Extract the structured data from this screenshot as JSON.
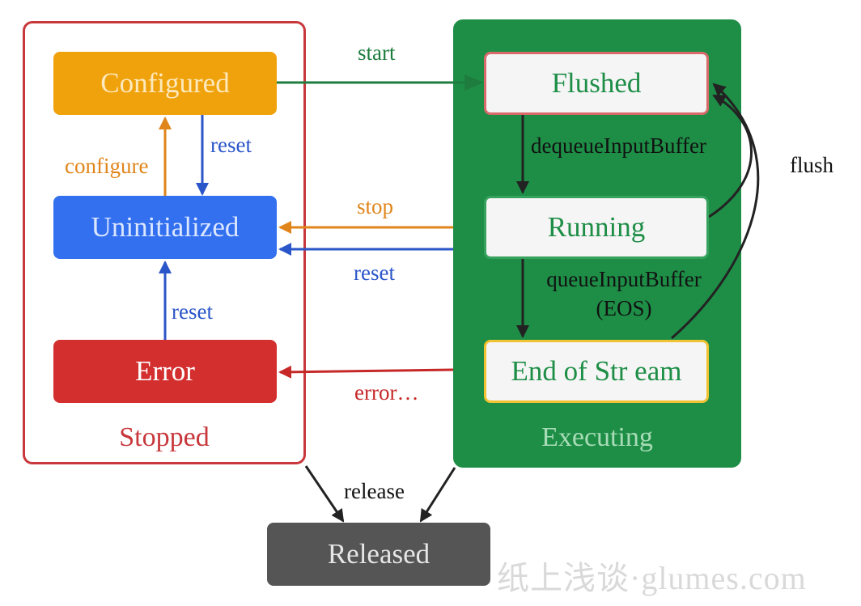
{
  "groups": {
    "stopped": "Stopped",
    "executing": "Executing"
  },
  "states": {
    "configured": "Configured",
    "uninitialized": "Uninitialized",
    "error": "Error",
    "flushed": "Flushed",
    "running": "Running",
    "end_of_stream": "End of Str eam",
    "released": "Released"
  },
  "transitions": {
    "start": "start",
    "reset_top": "reset",
    "configure": "configure",
    "stop": "stop",
    "reset_middle": "reset",
    "reset_error": "reset",
    "error": "error…",
    "dequeue": "dequeueInputBuffer",
    "queue_line1": "queueInputBuffer",
    "queue_line2": "(EOS)",
    "flush": "flush",
    "release": "release"
  },
  "watermark": "纸上浅谈·glumes.com",
  "colors": {
    "stopped_border": "#c8373b",
    "executing_bg": "#1e8e47",
    "configured": "#f0a20c",
    "uninitialized": "#3270f0",
    "error": "#d32f2f",
    "released": "#555555"
  }
}
